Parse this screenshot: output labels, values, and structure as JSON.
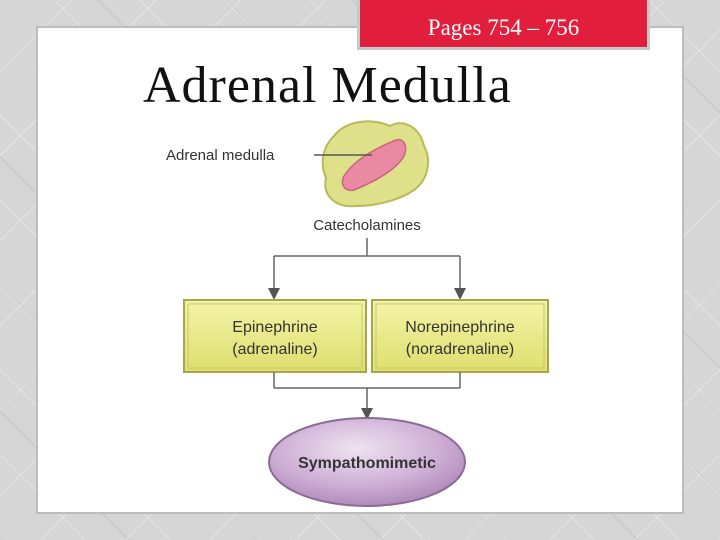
{
  "header": {
    "pages": "Pages 754 – 756"
  },
  "title": "Adrenal Medulla",
  "diagram": {
    "organ_label": "Adrenal medulla",
    "hormone_group": "Catecholamines",
    "box_left": {
      "line1": "Epinephrine",
      "line2": "(adrenaline)"
    },
    "box_right": {
      "line1": "Norepinephrine",
      "line2": "(noradrenaline)"
    },
    "effect": "Sympathomimetic"
  },
  "colors": {
    "accent_red": "#e11f3c",
    "box_fill": "#ecec8a",
    "ellipse_fill": "#c7a3cf",
    "cortex_yellow": "#dfe08a",
    "medulla_pink": "#e98aa2"
  }
}
